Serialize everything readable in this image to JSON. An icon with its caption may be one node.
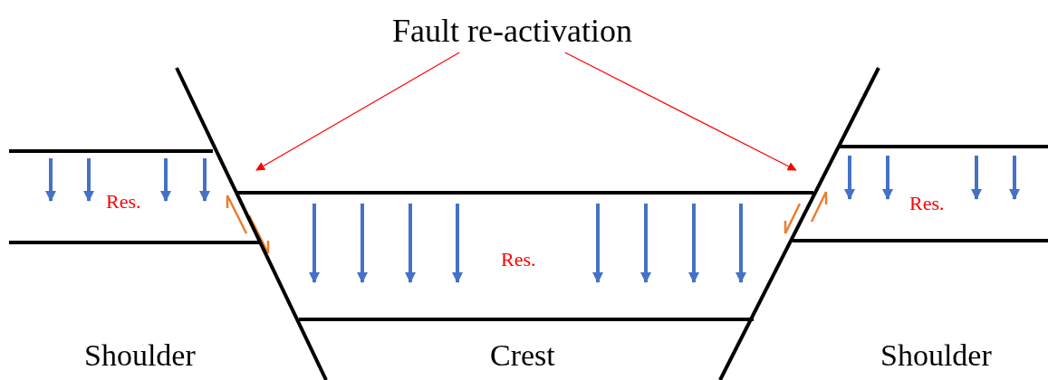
{
  "diagram": {
    "nodes": [
      {
        "text": [
          "Fault re-activation"
        ]
      },
      {
        "text": [],
        "shape": "line"
      },
      {
        "text": [],
        "shape": "line"
      }
    ],
    "edges": [
      {
        "from": 0,
        "to": 1,
        "arrow": "to"
      },
      {
        "from": 0,
        "to": 2,
        "arrow": "to"
      }
    ],
    "labels": [
      "Res.",
      "Res.",
      "Res.",
      "Shoulder",
      "Crest",
      "Shoulder"
    ]
  }
}
